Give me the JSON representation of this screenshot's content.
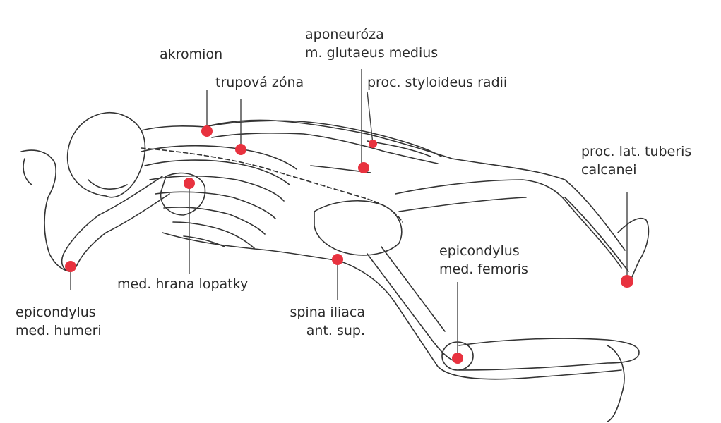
{
  "colors": {
    "marker": "#e8323f",
    "outline": "#333333",
    "text": "#2b2b2b",
    "background": "#ffffff"
  },
  "labels": {
    "akromion": "akromion",
    "trupova_zona": "trupová zóna",
    "aponeuroza_line1": "aponeuróza",
    "aponeuroza_line2": "m. glutaeus medius",
    "proc_styloideus": "proc. styloideus radii",
    "proc_lat_line1": "proc. lat. tuberis",
    "proc_lat_line2": "calcanei",
    "epicondylus_femoris_line1": "epicondylus",
    "epicondylus_femoris_line2": "med. femoris",
    "med_hrana": "med. hrana lopatky",
    "spina_line1": "spina iliaca",
    "spina_line2": "ant. sup.",
    "epicondylus_humeri_line1": "epicondylus",
    "epicondylus_humeri_line2": "med. humeri"
  }
}
